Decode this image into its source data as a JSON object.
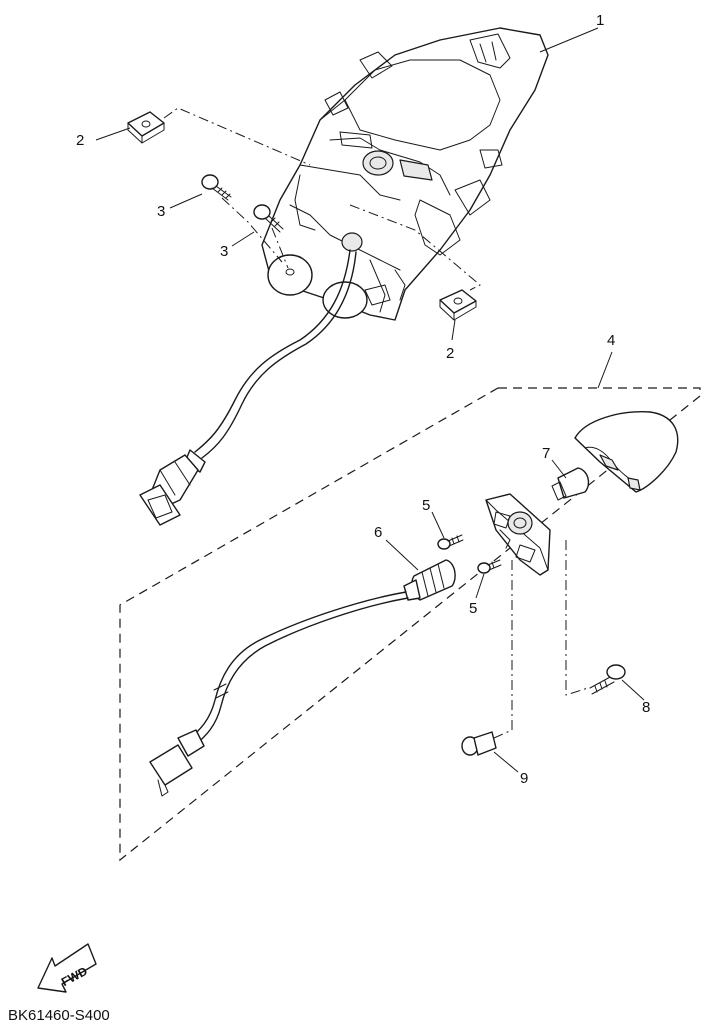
{
  "diagram": {
    "callouts": {
      "part_1": "1",
      "part_2a": "2",
      "part_2b": "2",
      "part_3a": "3",
      "part_3b": "3",
      "part_4": "4",
      "part_5a": "5",
      "part_5b": "5",
      "part_6": "6",
      "part_7": "7",
      "part_8": "8",
      "part_9": "9"
    },
    "fwd_label": "FWD",
    "drawing_code": "BK61460-S400"
  }
}
